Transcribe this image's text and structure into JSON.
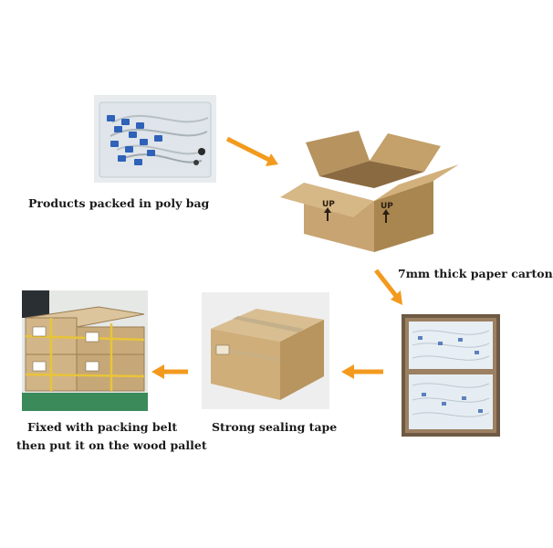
{
  "steps": [
    {
      "label": "Products packed in poly bag"
    },
    {
      "label": "7mm thick paper carton"
    },
    {
      "label": "Strong sealing tape"
    },
    {
      "label_line1": "Fixed with packing belt",
      "label_line2": "then put it on the wood pallet"
    }
  ],
  "box_marks": {
    "up_text": "UP"
  },
  "colors": {
    "arrow": "#f39a1e",
    "cardboard": "#c9a877",
    "tape": "#c4b08a",
    "water": "#e8f0f6"
  }
}
